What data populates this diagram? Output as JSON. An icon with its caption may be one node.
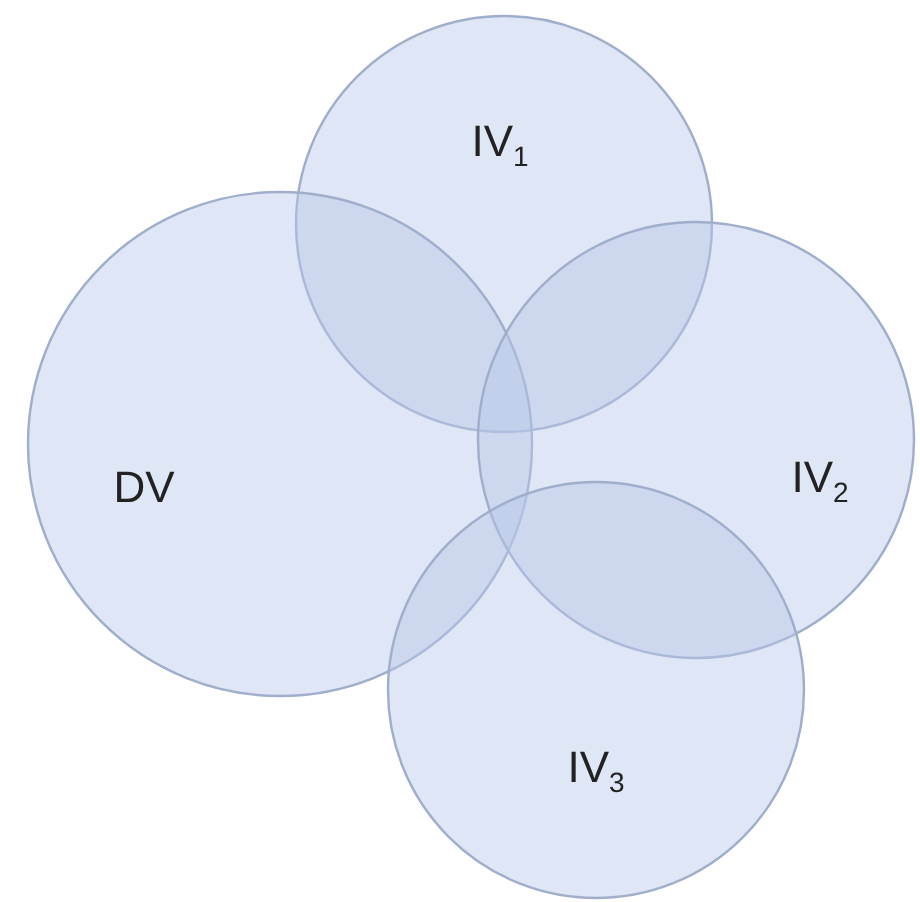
{
  "diagram": {
    "nodes": [
      {
        "text": [
          "IV$_{1}$"
        ]
      },
      {
        "text": [
          "DV"
        ]
      },
      {
        "text": [
          "IV$_{2}$"
        ]
      },
      {
        "text": [
          "IV$_{3}$"
        ]
      }
    ]
  }
}
